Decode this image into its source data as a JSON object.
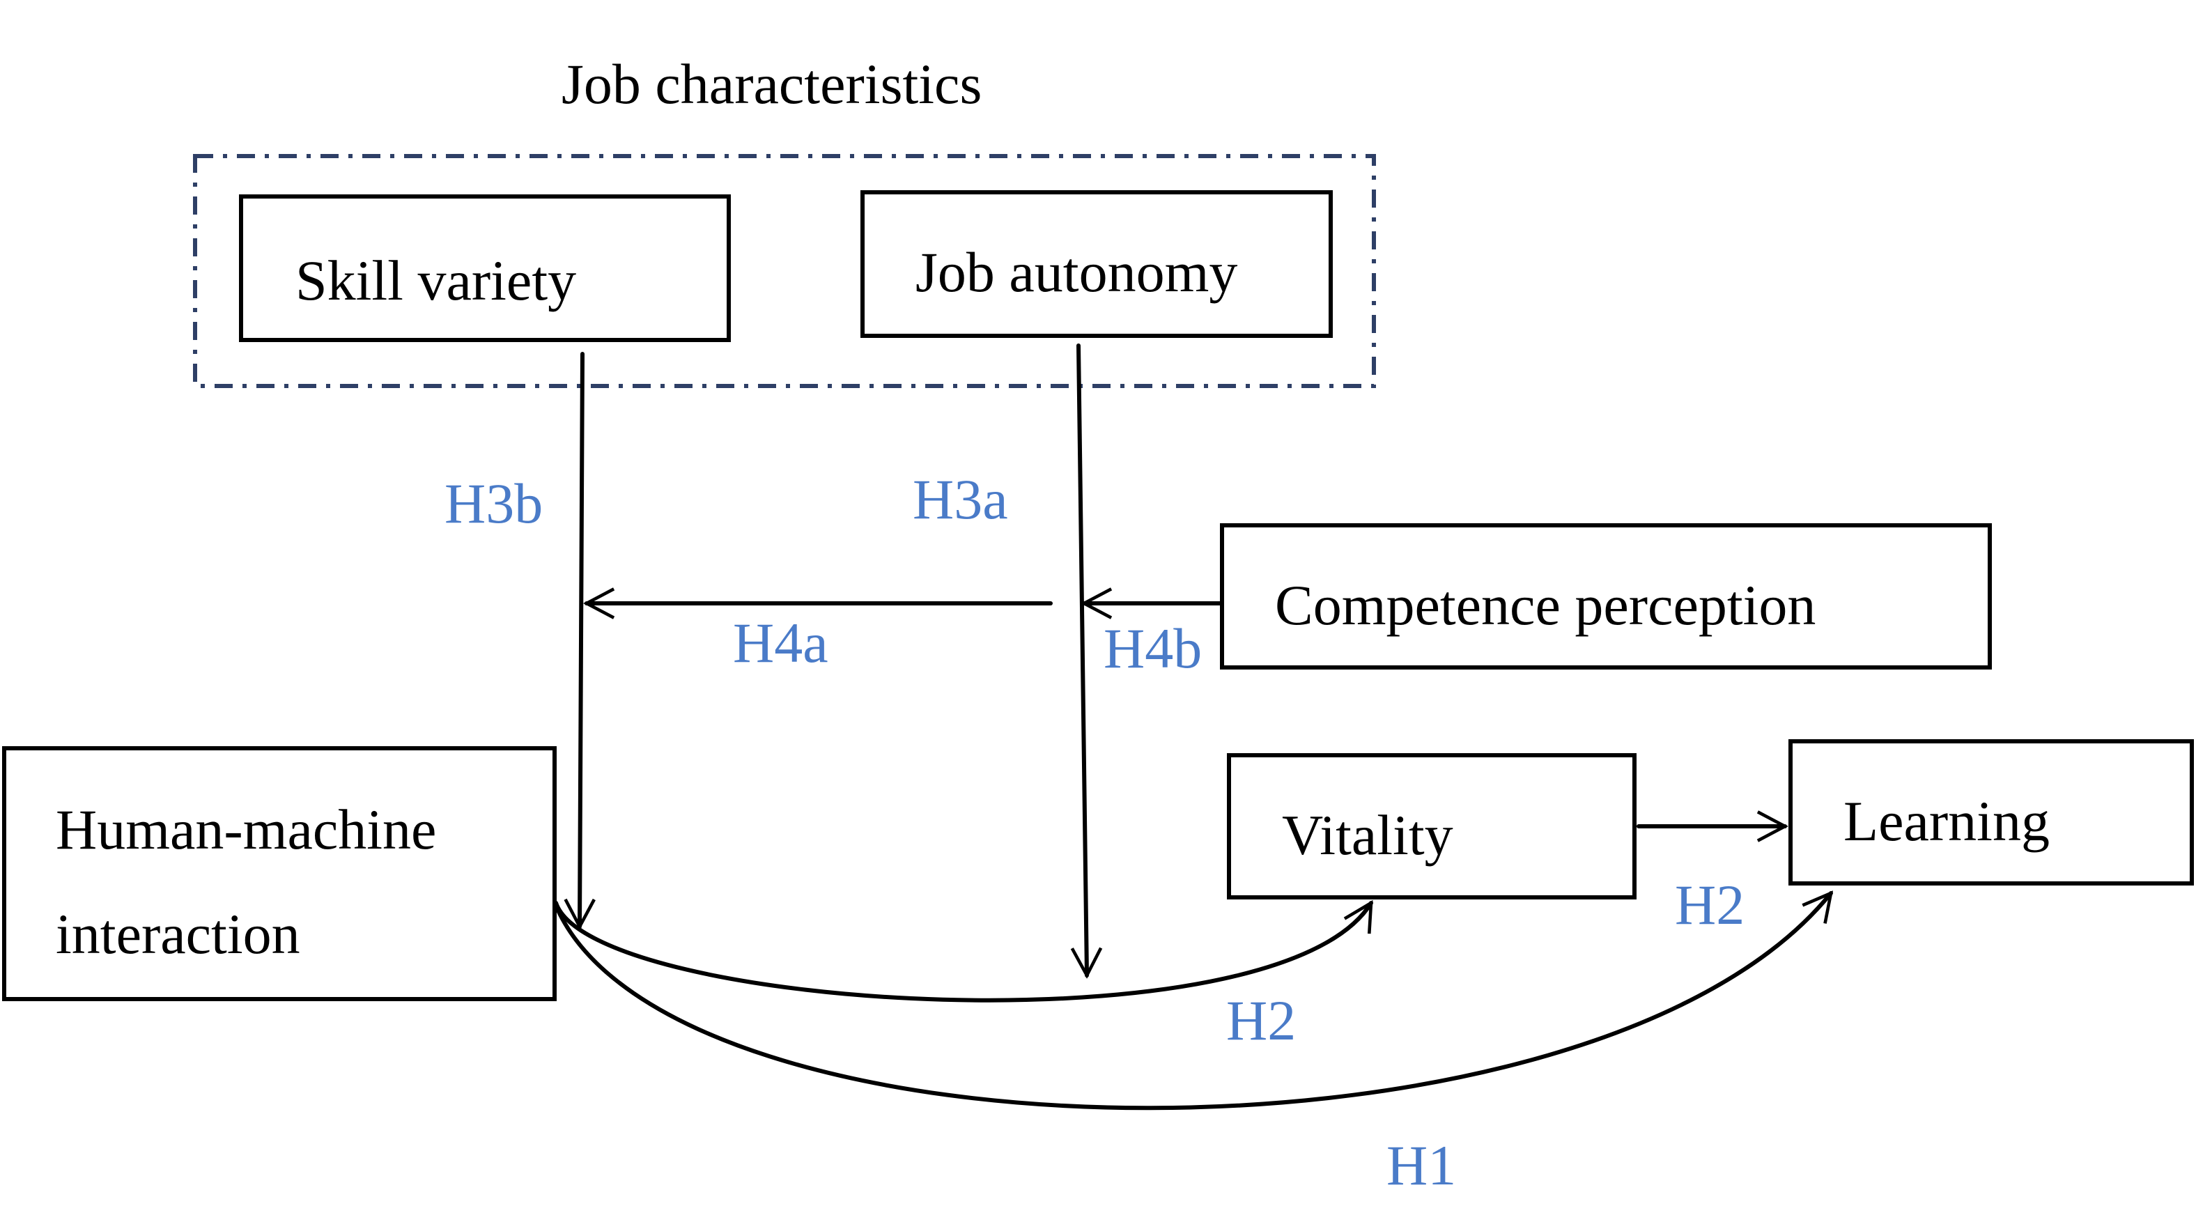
{
  "colors": {
    "hypothesis_label": "#4a7bc8",
    "group_frame": "#2e3f66",
    "stroke": "#000000",
    "background": "#ffffff"
  },
  "group": {
    "title": "Job characteristics"
  },
  "nodes": {
    "skill_variety": "Skill variety",
    "job_autonomy": "Job autonomy",
    "competence_perception": "Competence perception",
    "human_machine_line1": "Human-machine",
    "human_machine_line2": "interaction",
    "vitality": "Vitality",
    "learning": "Learning"
  },
  "hypotheses": {
    "h3b": "H3b",
    "h3a": "H3a",
    "h4a": "H4a",
    "h4b": "H4b",
    "h2_vitality_learning": "H2",
    "h2_interaction_vitality": "H2",
    "h1": "H1"
  }
}
